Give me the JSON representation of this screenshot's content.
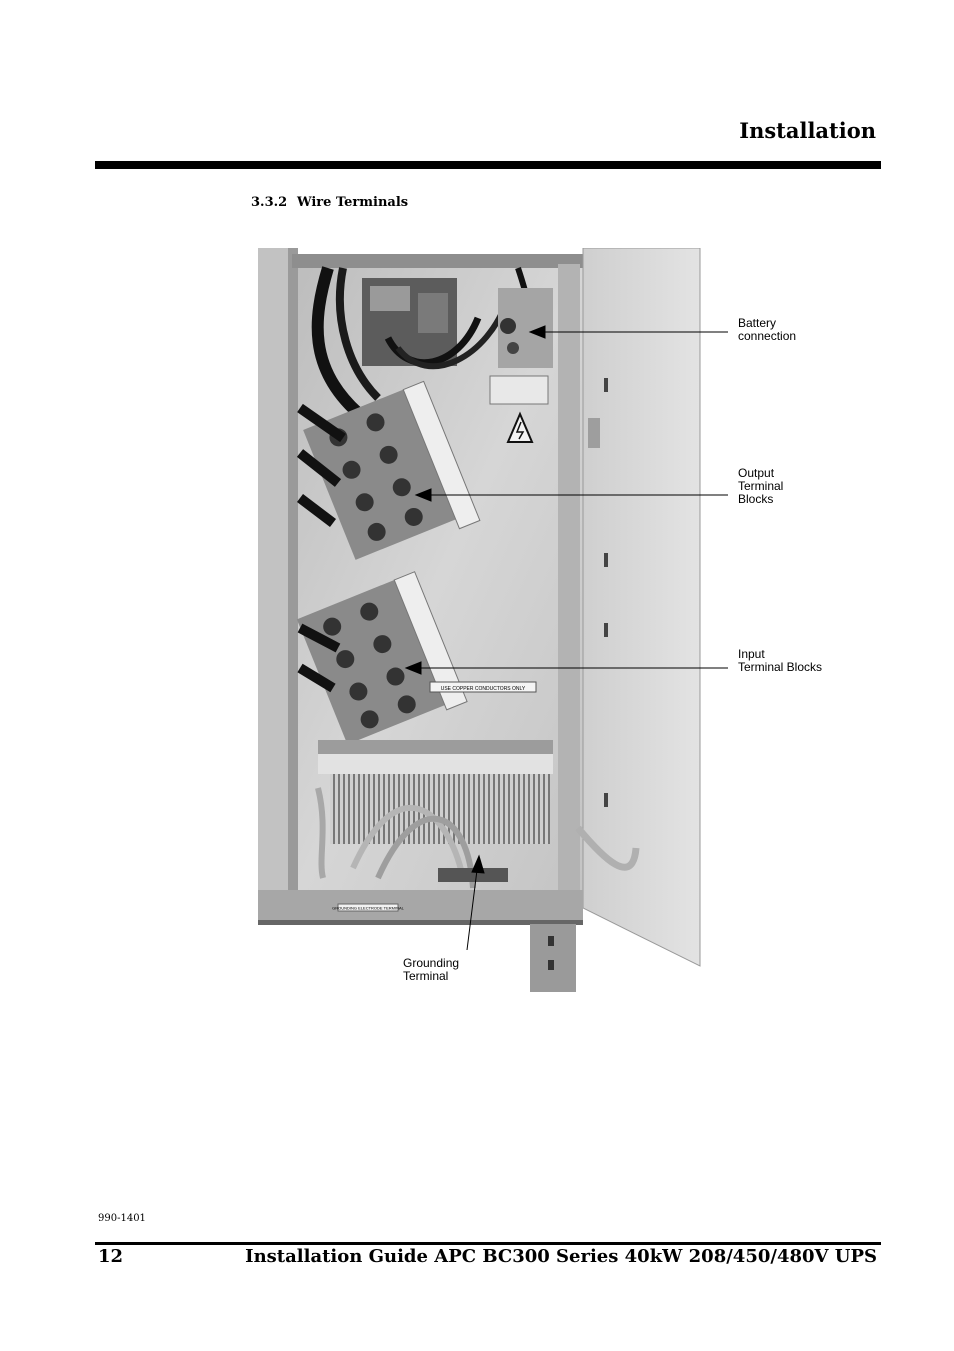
{
  "header": {
    "title": "Installation"
  },
  "section": {
    "number": "3.3.2",
    "title": "Wire Terminals"
  },
  "figure": {
    "callouts": {
      "battery": [
        "Battery",
        "connection"
      ],
      "output": [
        "Output",
        "Terminal",
        "Blocks"
      ],
      "input": [
        "Input",
        "Terminal Blocks"
      ],
      "grounding": [
        "Grounding",
        "Terminal"
      ]
    },
    "labels": {
      "warning_plate": "USE COPPER CONDUCTORS ONLY",
      "lower_plate": "GROUNDING ELECTRODE TERMINAL"
    }
  },
  "footer": {
    "doc_number": "990-1401",
    "page_number": "12",
    "title": "Installation Guide APC  BC300 Series 40kW 208/450/480V UPS"
  }
}
